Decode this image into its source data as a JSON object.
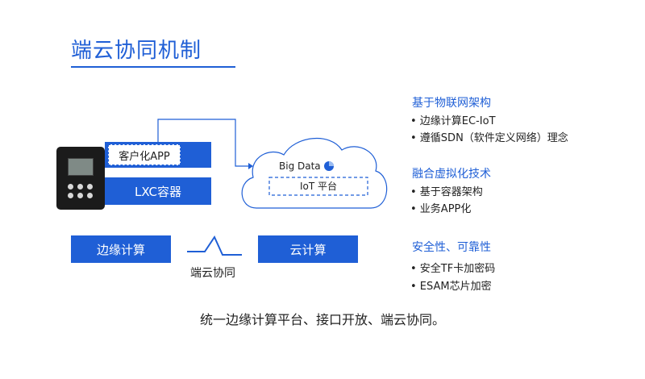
{
  "title": "端云协同机制",
  "edge": {
    "app_label": "客户化APP",
    "lxc_label": "LXC容器",
    "compute_label": "边缘计算"
  },
  "cloud": {
    "bigdata_label": "Big Data",
    "platform_label": "IoT 平台",
    "compute_label": "云计算"
  },
  "sync_label": "端云协同",
  "features": [
    {
      "heading": "基于物联网架构",
      "bullets": [
        "• 边缘计算EC-IoT",
        "• 遵循SDN（软件定义网络）理念"
      ]
    },
    {
      "heading": "融合虚拟化技术",
      "bullets": [
        "• 基于容器架构",
        "• 业务APP化"
      ]
    },
    {
      "heading": "安全性、可靠性",
      "bullets": [
        "• 安全TF卡加密码",
        "• ESAM芯片加密"
      ]
    }
  ],
  "footer": "统一边缘计算平台、接口开放、端云协同。",
  "colors": {
    "accent": "#1f5fd6",
    "text": "#222222"
  }
}
